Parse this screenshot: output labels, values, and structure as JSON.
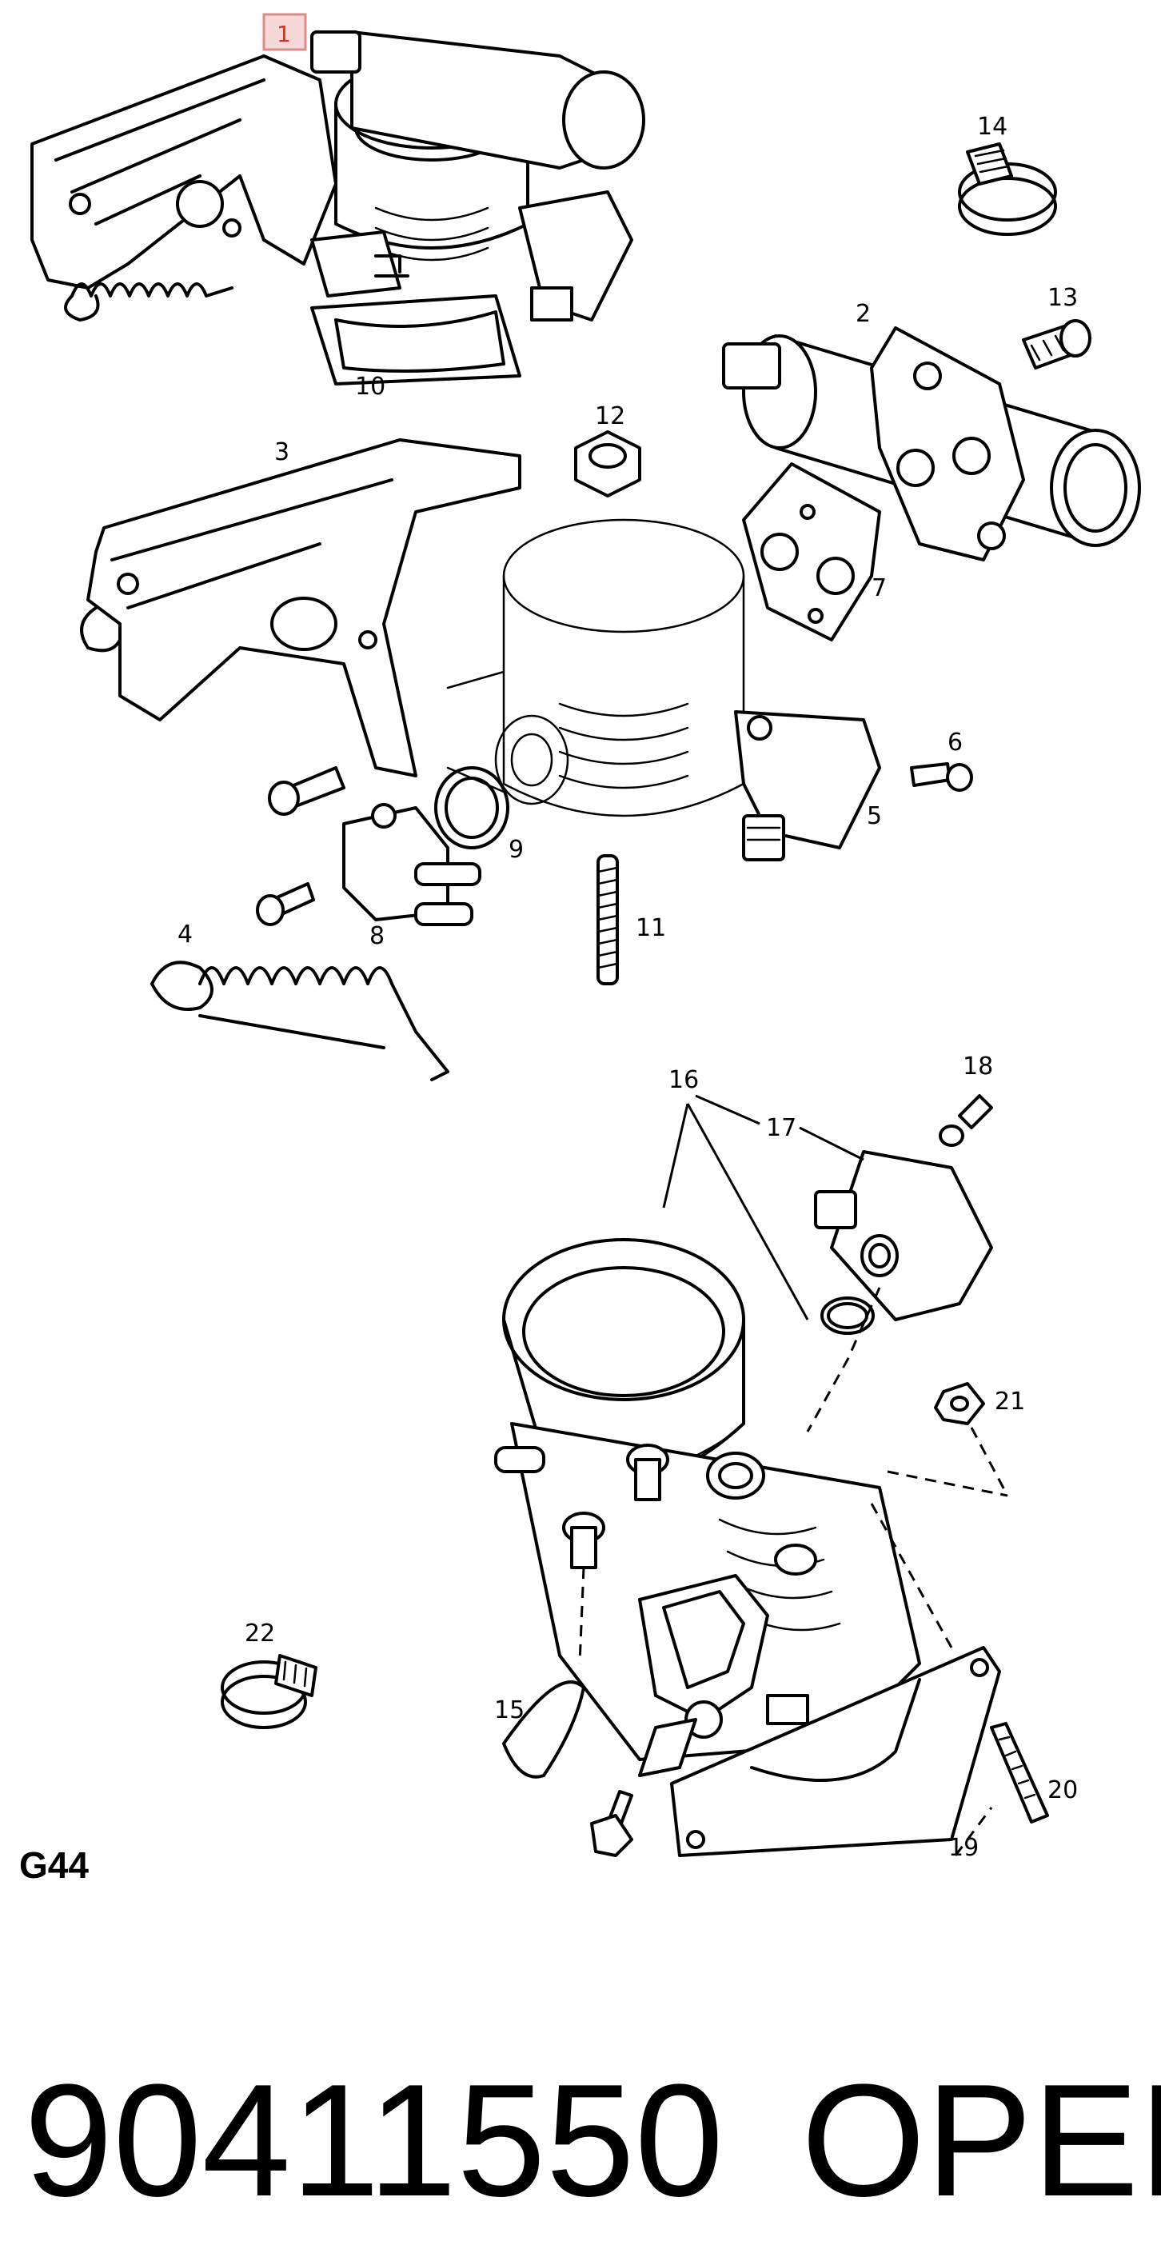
{
  "diagram": {
    "section_code": "G44",
    "highlighted_callout": "1",
    "callouts": [
      "1",
      "2",
      "3",
      "4",
      "5",
      "6",
      "7",
      "8",
      "9",
      "10",
      "11",
      "12",
      "13",
      "14",
      "15",
      "16",
      "17",
      "18",
      "19",
      "20",
      "21",
      "22"
    ],
    "highlight_color": "#d98a8a"
  },
  "footer": {
    "part_number": "90411550",
    "brand": "OPEL"
  }
}
